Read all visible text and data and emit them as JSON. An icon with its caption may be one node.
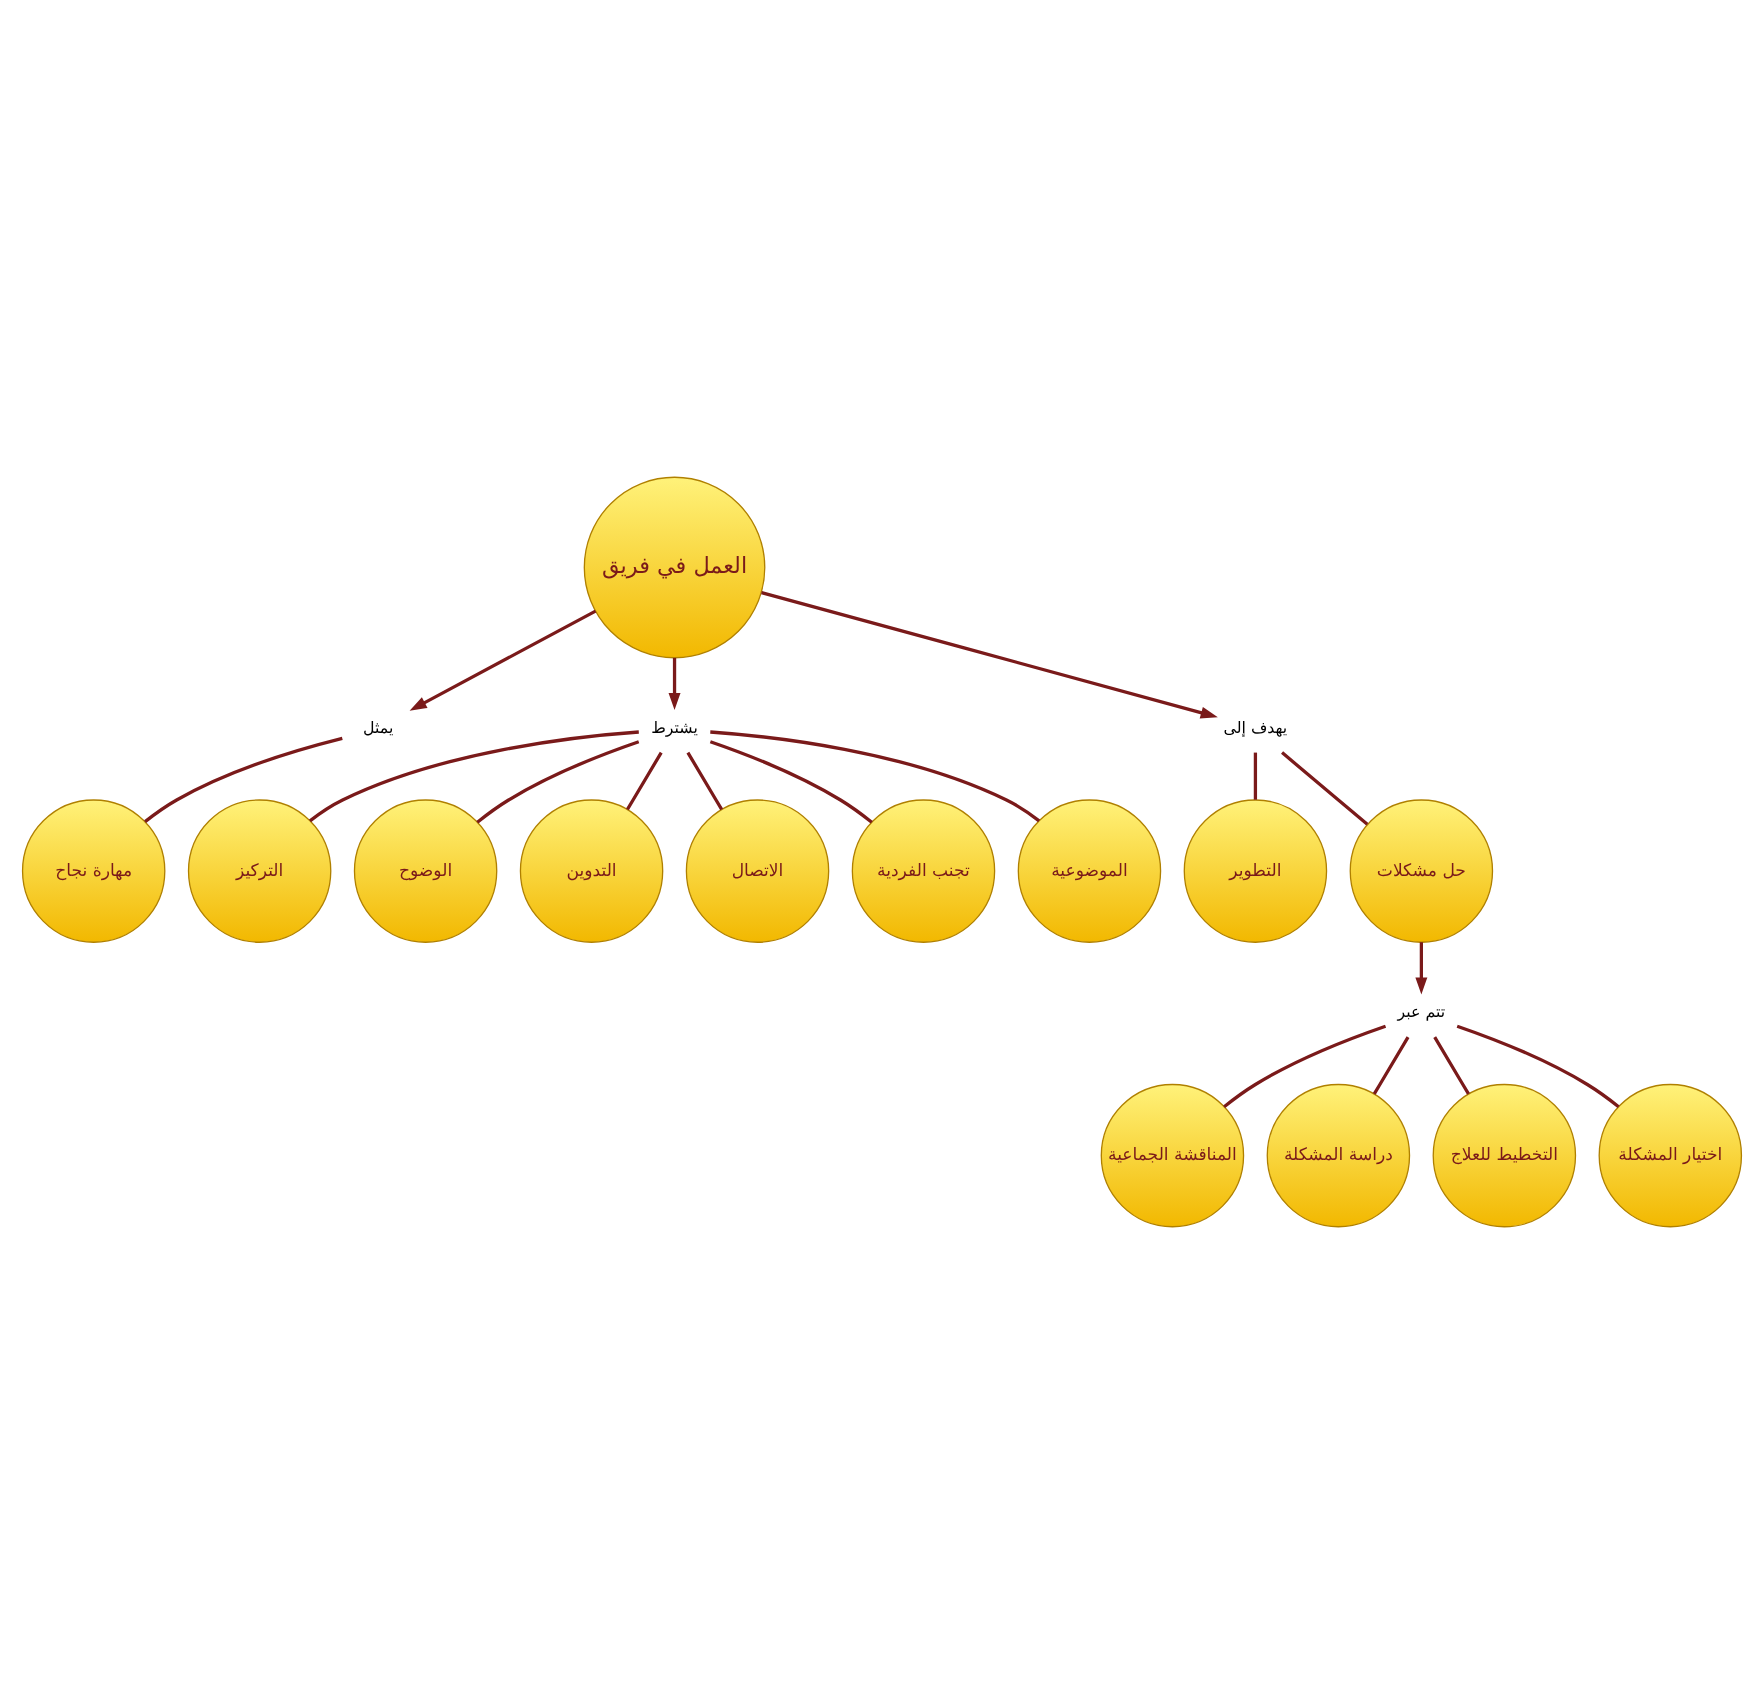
{
  "diagram": {
    "nodes": [
      {
        "text": [
          "العمل في فريق"
        ]
      },
      {
        "text": [
          "يمثل"
        ]
      },
      {
        "text": [
          "مهارة نجاح"
        ]
      },
      {
        "text": [
          "يشترط"
        ]
      },
      {
        "text": [
          "التركيز"
        ]
      },
      {
        "text": [
          "الوضوح"
        ]
      },
      {
        "text": [
          "التدوين"
        ]
      },
      {
        "text": [
          "الاتصال"
        ]
      },
      {
        "text": [
          "تجنب الفردية"
        ]
      },
      {
        "text": [
          "الموضوعية"
        ]
      },
      {
        "text": [
          "يهدف إلى"
        ]
      },
      {
        "text": [
          "التطوير"
        ]
      },
      {
        "text": [
          "حل مشكلات"
        ]
      },
      {
        "text": [
          "تتم عبر"
        ]
      },
      {
        "text": [
          "المناقشة الجماعية"
        ]
      },
      {
        "text": [
          "دراسة المشكلة"
        ]
      },
      {
        "text": [
          "التخطيط للعلاج"
        ]
      },
      {
        "text": [
          "اختيار المشكلة"
        ]
      }
    ],
    "edges": [
      {
        "from": 0,
        "to": 1,
        "arrow": "to"
      },
      {
        "from": 1,
        "to": 2,
        "arrow": "none"
      },
      {
        "from": 0,
        "to": 3,
        "arrow": "to"
      },
      {
        "from": 3,
        "to": 4,
        "arrow": "none"
      },
      {
        "from": 3,
        "to": 5,
        "arrow": "none"
      },
      {
        "from": 3,
        "to": 6,
        "arrow": "none"
      },
      {
        "from": 3,
        "to": 7,
        "arrow": "none"
      },
      {
        "from": 3,
        "to": 8,
        "arrow": "none"
      },
      {
        "from": 3,
        "to": 9,
        "arrow": "none"
      },
      {
        "from": 0,
        "to": 10,
        "arrow": "to"
      },
      {
        "from": 10,
        "to": 11,
        "arrow": "none"
      },
      {
        "from": 10,
        "to": 12,
        "arrow": "none"
      },
      {
        "from": 12,
        "to": 13,
        "arrow": "to"
      },
      {
        "from": 13,
        "to": 14,
        "arrow": "none"
      },
      {
        "from": 13,
        "to": 15,
        "arrow": "none"
      },
      {
        "from": 13,
        "to": 16,
        "arrow": "none"
      },
      {
        "from": 13,
        "to": 17,
        "arrow": "none"
      }
    ]
  }
}
